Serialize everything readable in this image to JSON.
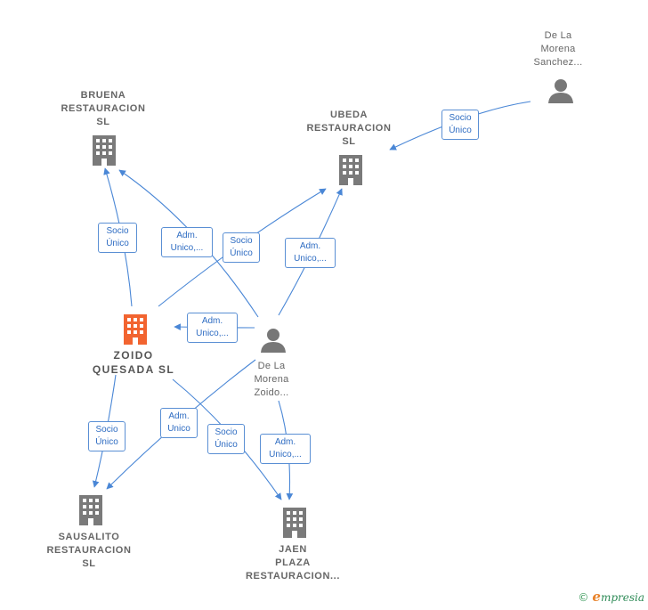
{
  "nodes": {
    "bruena": {
      "lines": [
        "BRUENA",
        "RESTAURACION",
        "SL"
      ],
      "icon": "building-icon"
    },
    "ubeda": {
      "lines": [
        "UBEDA",
        "RESTAURACION",
        "SL"
      ],
      "icon": "building-icon"
    },
    "zoido": {
      "lines": [
        "ZOIDO",
        "QUESADA SL"
      ],
      "icon": "building-icon",
      "color": "#f26430"
    },
    "sausalito": {
      "lines": [
        "SAUSALITO",
        "RESTAURACION",
        "SL"
      ],
      "icon": "building-icon"
    },
    "jaen": {
      "lines": [
        "JAEN",
        "PLAZA",
        "RESTAURACION..."
      ],
      "icon": "building-icon"
    },
    "person_sanchez": {
      "lines": [
        "De La",
        "Morena",
        "Sanchez..."
      ],
      "icon": "person-icon"
    },
    "person_zoido": {
      "lines": [
        "De La",
        "Morena",
        "Zoido..."
      ],
      "icon": "person-icon"
    }
  },
  "edge_labels": {
    "sanchez_ubeda": [
      "Socio",
      "Único"
    ],
    "zoido_bruena": [
      "Socio",
      "Único"
    ],
    "person_bruena": [
      "Adm.",
      "Unico,..."
    ],
    "zoido_ubeda": [
      "Socio",
      "Único"
    ],
    "person_ubeda": [
      "Adm.",
      "Unico,..."
    ],
    "person_zoido": [
      "Adm.",
      "Unico,..."
    ],
    "zoido_sausalito": [
      "Socio",
      "Único"
    ],
    "person_sausalito": [
      "Adm.",
      "Unico"
    ],
    "zoido_jaen": [
      "Socio",
      "Único"
    ],
    "person_jaen": [
      "Adm.",
      "Unico,..."
    ]
  },
  "colors": {
    "edge": "#4a87d6",
    "building": "#7a7a7a",
    "center_building": "#f26430",
    "person": "#777777"
  },
  "footer": {
    "copyright": "©",
    "brand_initial": "e",
    "brand_rest": "mpresia"
  }
}
